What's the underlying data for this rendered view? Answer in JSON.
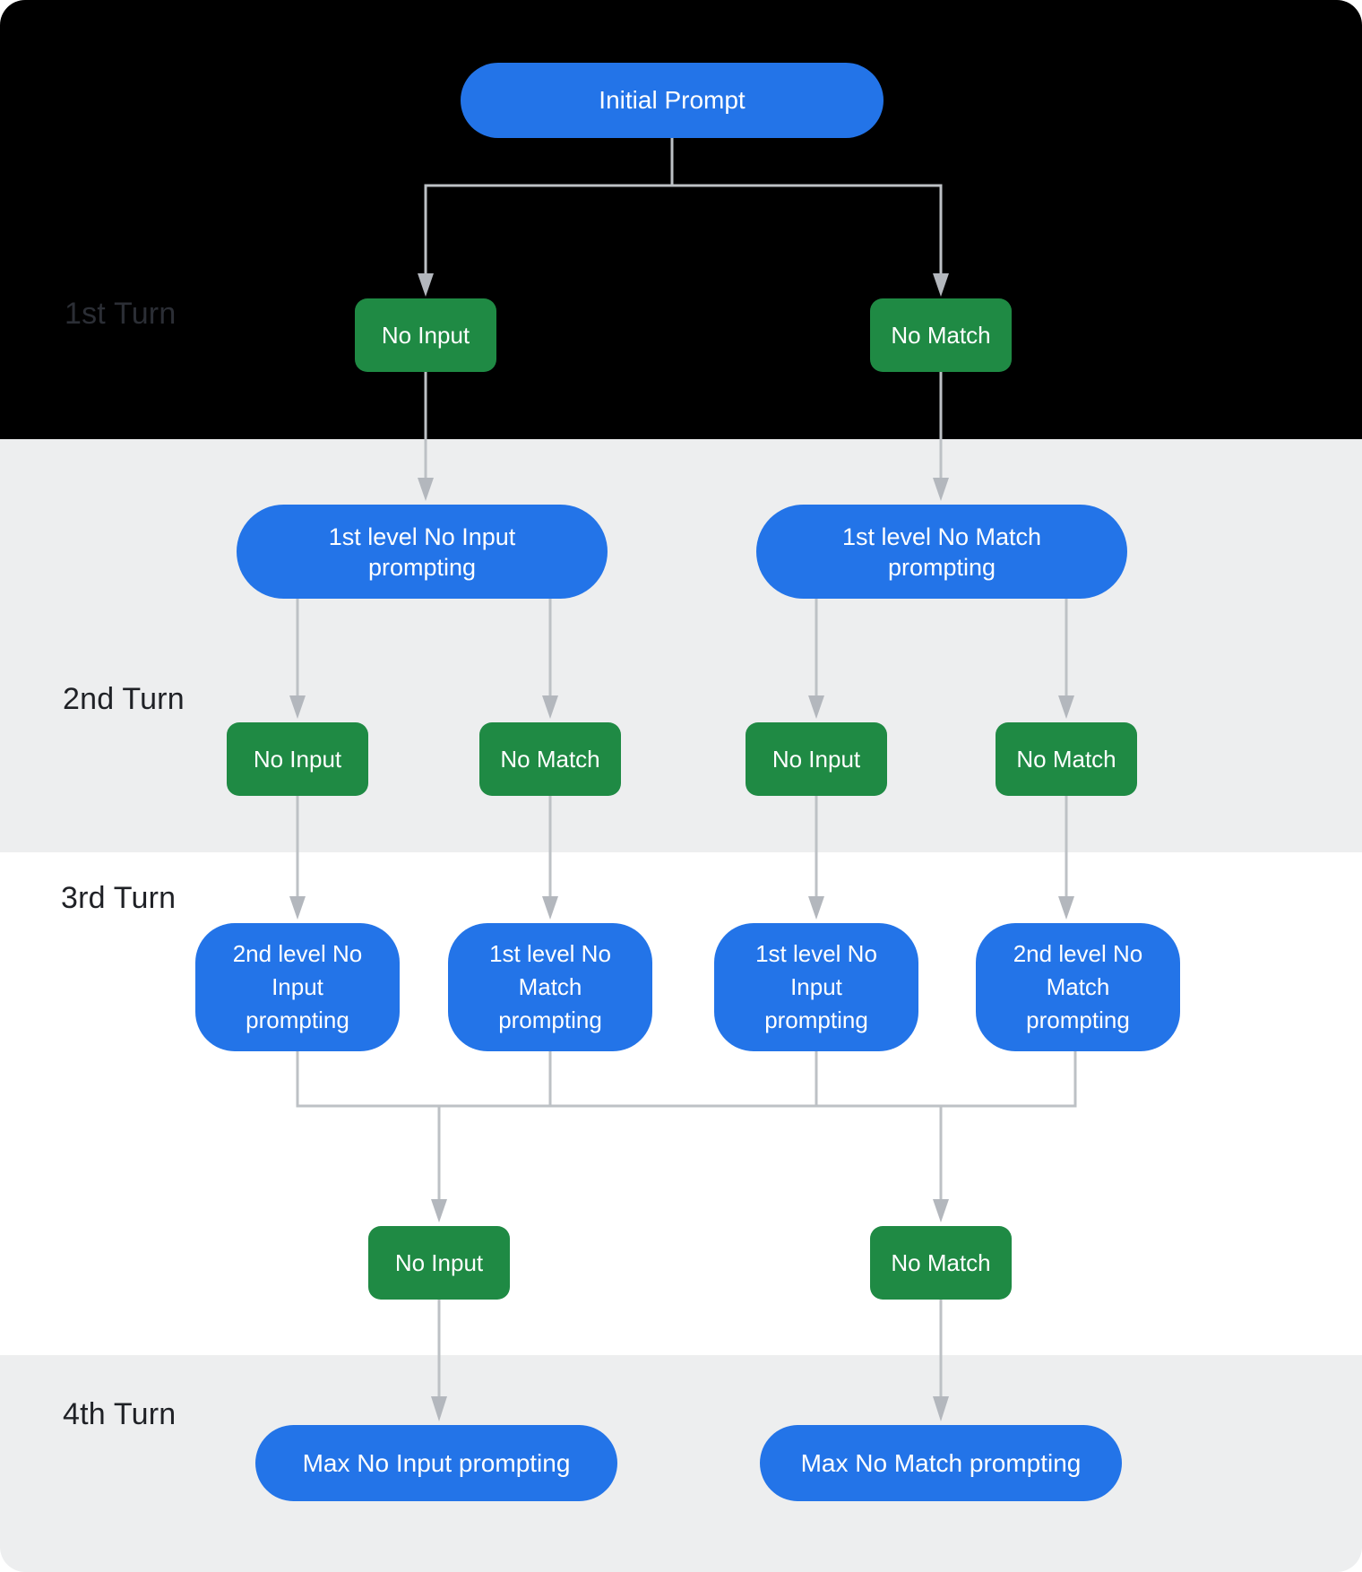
{
  "colors": {
    "band_black": "#000000",
    "band_gray": "#EDEEEF",
    "band_white": "#FFFFFF",
    "node_blue": "#2374E8",
    "node_green": "#1F8A44",
    "node_text": "#FFFFFF",
    "connector": "#BDC1C5",
    "arrowhead": "#B3B7BD",
    "label_dark": "#1F2126",
    "label_on_black": "#2B2E35"
  },
  "turns": [
    {
      "label": "1st Turn"
    },
    {
      "label": "2nd Turn"
    },
    {
      "label": "3rd Turn"
    },
    {
      "label": "4th Turn"
    }
  ],
  "nodes": {
    "initial_prompt": {
      "label": "Initial Prompt"
    },
    "t1_no_input": {
      "label": "No Input"
    },
    "t1_no_match": {
      "label": "No Match"
    },
    "l1_no_input_prompting": {
      "label": "1st level No Input\nprompting"
    },
    "l1_no_match_prompting": {
      "label": "1st level No Match\nprompting"
    },
    "t2_no_input_a": {
      "label": "No Input"
    },
    "t2_no_match_a": {
      "label": "No Match"
    },
    "t2_no_input_b": {
      "label": "No Input"
    },
    "t2_no_match_b": {
      "label": "No Match"
    },
    "l2_no_input_prompting": {
      "label": "2nd level No\nInput\nprompting"
    },
    "l1_no_match_prompting_t3": {
      "label": "1st level No\nMatch\nprompting"
    },
    "l1_no_input_prompting_t3": {
      "label": "1st level No\nInput\nprompting"
    },
    "l2_no_match_prompting": {
      "label": "2nd level No\nMatch\nprompting"
    },
    "t3_no_input": {
      "label": "No Input"
    },
    "t3_no_match": {
      "label": "No Match"
    },
    "max_no_input_prompting": {
      "label": "Max No Input prompting"
    },
    "max_no_match_prompting": {
      "label": "Max No Match prompting"
    }
  }
}
